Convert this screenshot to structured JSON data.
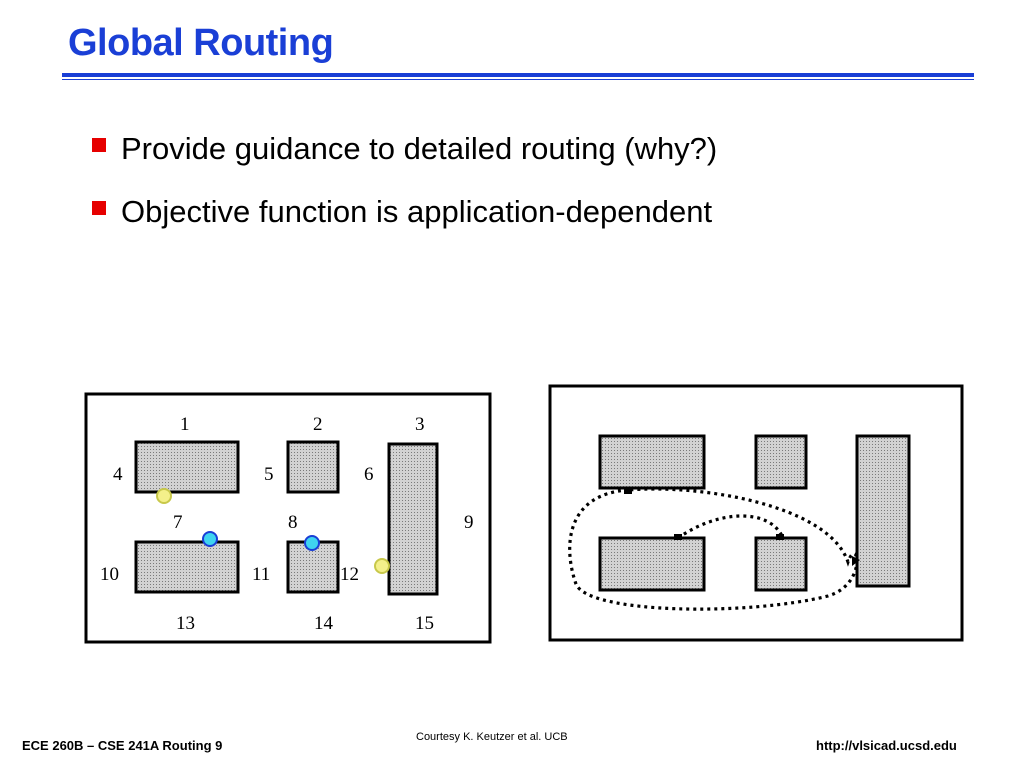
{
  "slide": {
    "title": "Global Routing",
    "bullets": [
      "Provide guidance to detailed routing (why?)",
      "Objective function is application-dependent"
    ]
  },
  "left_figure": {
    "region_labels": [
      "1",
      "2",
      "3",
      "4",
      "5",
      "6",
      "7",
      "8",
      "9",
      "10",
      "11",
      "12",
      "13",
      "14",
      "15"
    ]
  },
  "footer": {
    "left": "ECE 260B – CSE 241A Routing 9",
    "center": "Courtesy K. Keutzer et al. UCB",
    "right": "http://vlsicad.ucsd.edu"
  },
  "colors": {
    "title": "#1a3fd6",
    "bullet": "#e60000",
    "block_fill": "#c8c8c8",
    "pin_yellow": "#f4f08a",
    "pin_cyan": "#3fd4f0"
  }
}
